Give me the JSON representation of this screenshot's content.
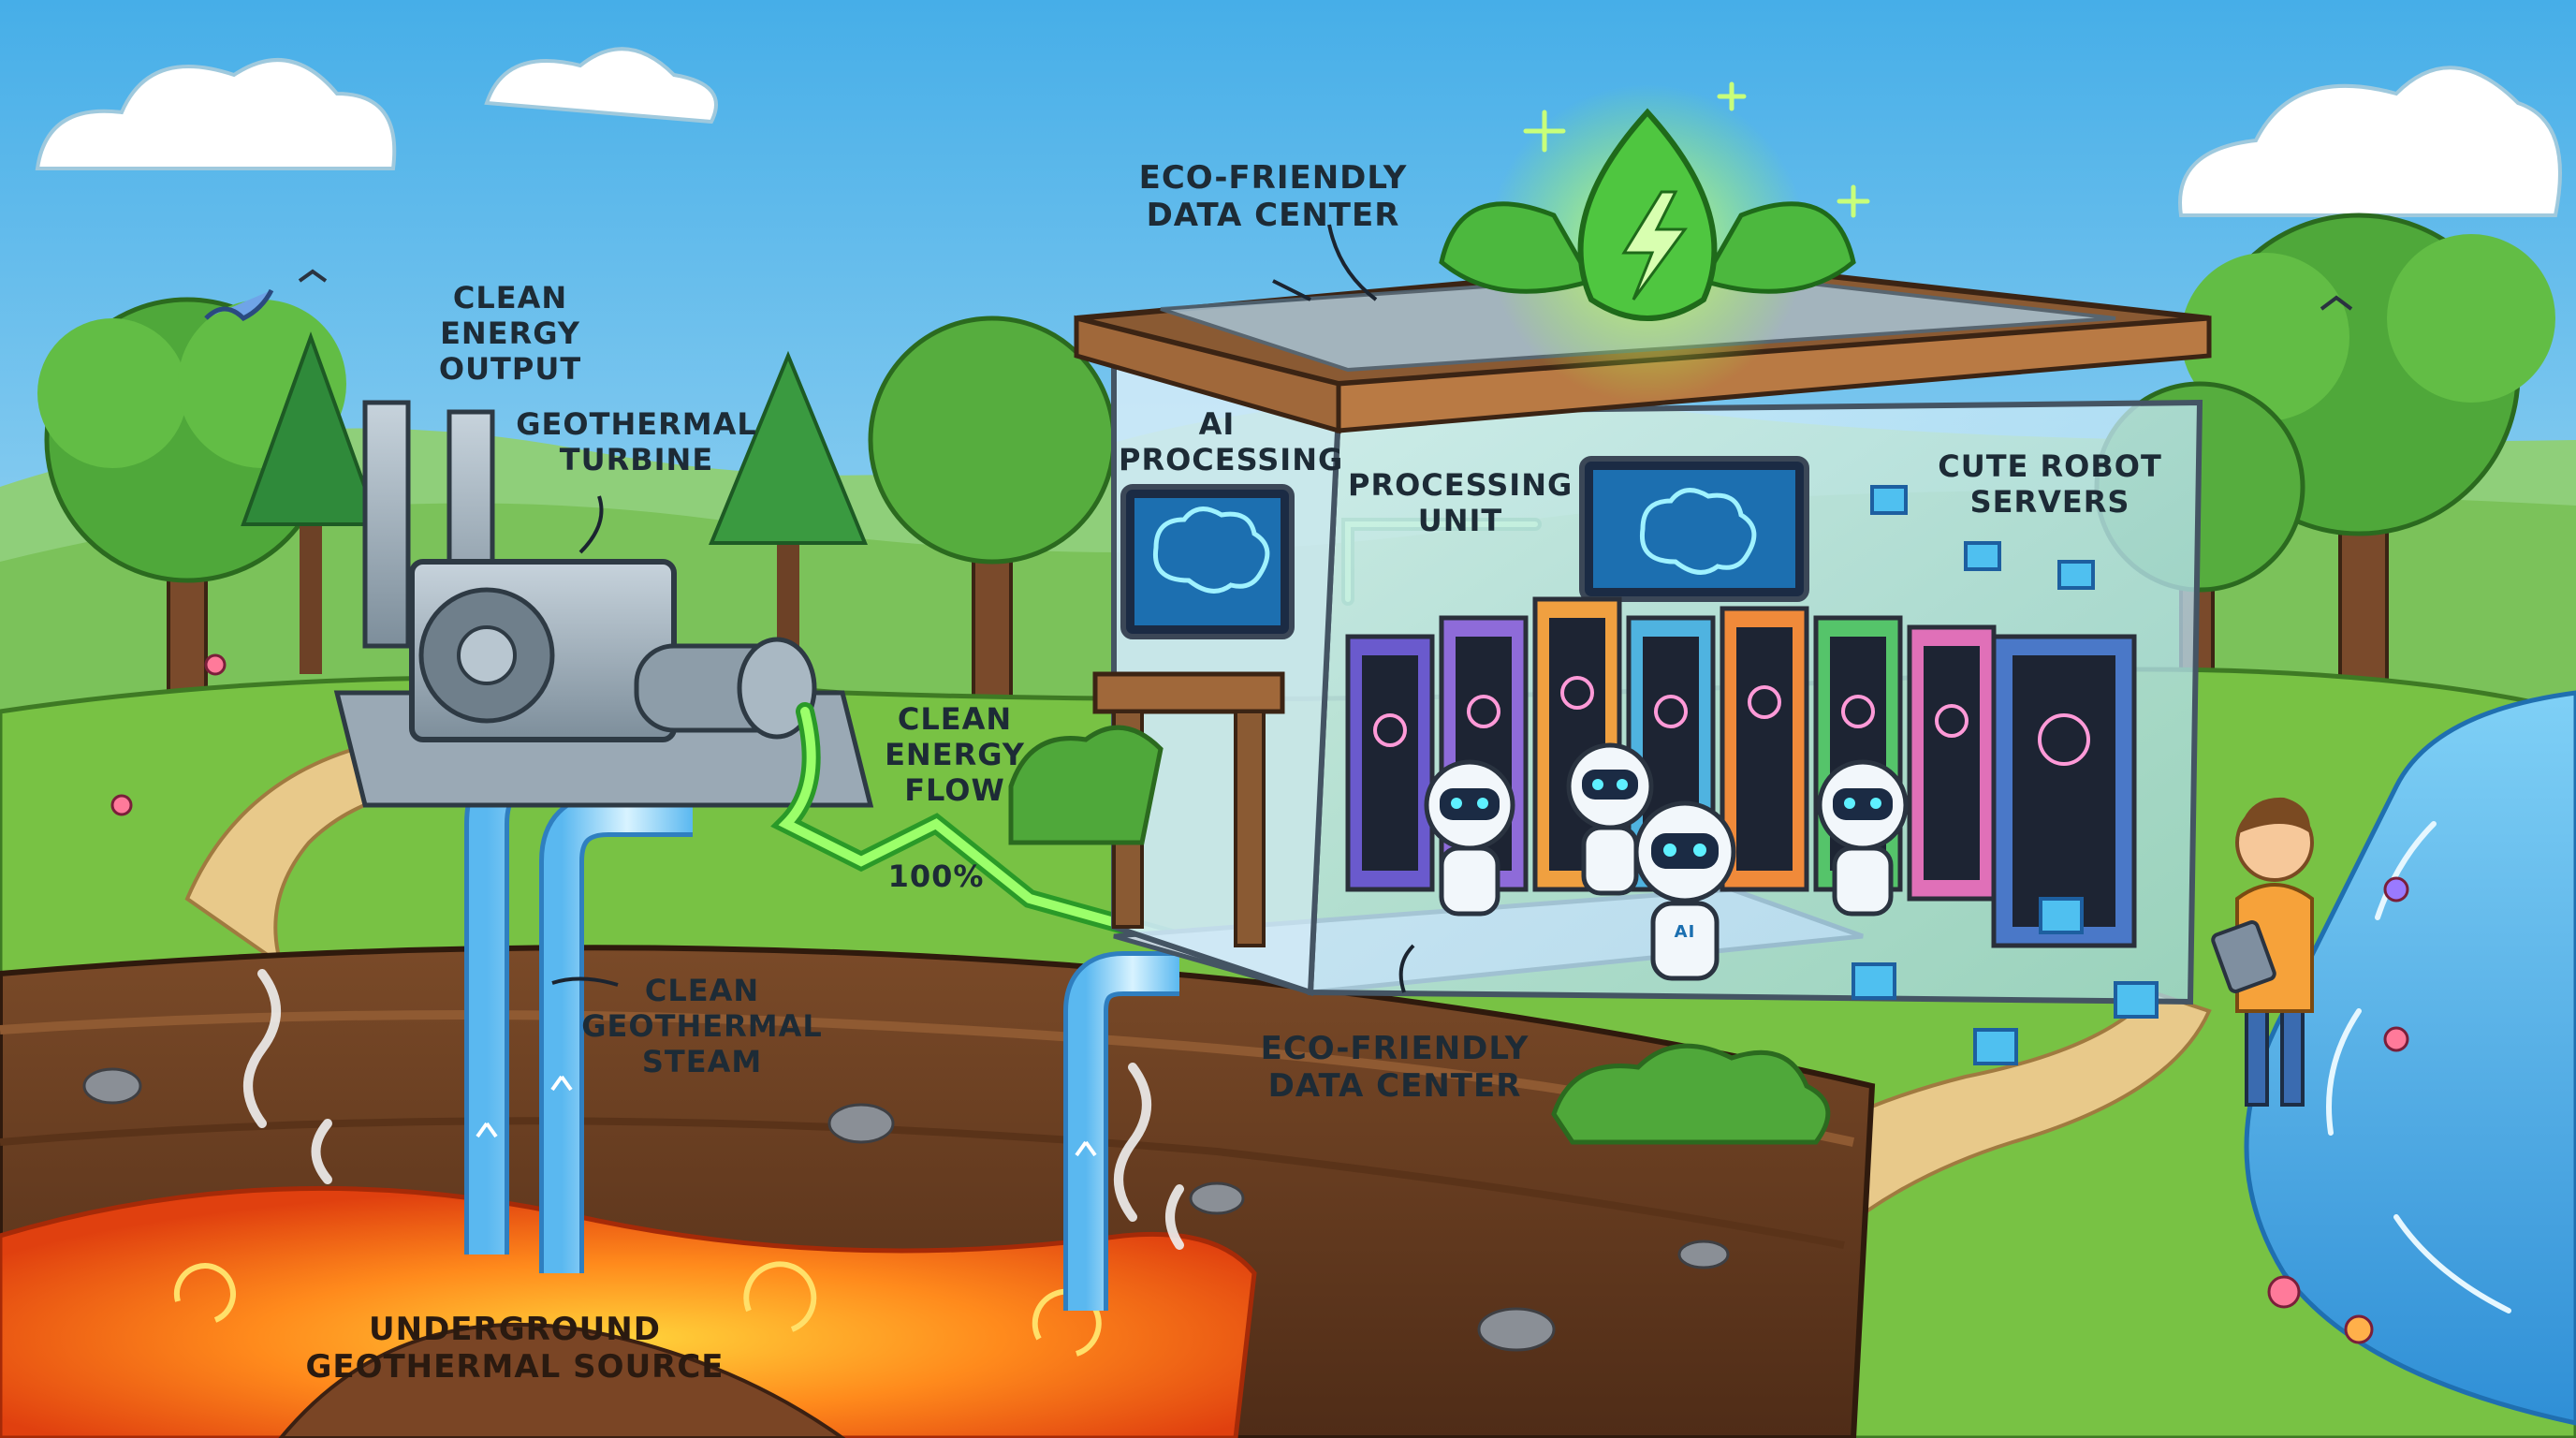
{
  "labels": {
    "clean_energy_output": [
      "CLEAN ENERGY",
      "OUTPUT"
    ],
    "geothermal_turbine": [
      "GEOTHERMAL",
      "TURBINE"
    ],
    "eco_friendly_top": [
      "ECO-FRIENDLY",
      "DATA CENTER"
    ],
    "ai_processing": [
      "AI",
      "PROCESSING"
    ],
    "processing_unit": [
      "PROCESSING",
      "UNIT"
    ],
    "cute_robot_servers": [
      "CUTE ROBOT",
      "SERVERS"
    ],
    "clean_energy_flow": [
      "CLEAN",
      "ENERGY",
      "FLOW"
    ],
    "percent": "100%",
    "clean_geothermal_steam": [
      "CLEAN",
      "GEOTHERMAL",
      "STEAM"
    ],
    "eco_friendly_bottom": [
      "ECO-FRIENDLY",
      "DATA CENTER"
    ],
    "underground_source": [
      "UNDERGROUND",
      "GEOTHERMAL SOURCE"
    ],
    "robot_badge": "AI"
  },
  "colors": {
    "sky_top": "#4fb6ec",
    "sky_bottom": "#d9f1fb",
    "grass": "#74c043",
    "soil": "#6b3f23",
    "lava": "#ff7a1a",
    "pipe": "#8fd3ff",
    "energy": "#5ff04a",
    "river": "#5cb8f0",
    "roof_wood": "#a0683a",
    "leaf": "#3fae3a"
  },
  "icons": [
    "leaf-energy-icon",
    "brain-icon",
    "robot-icon",
    "tablet-icon",
    "bird-icon",
    "flower-icon",
    "cloud-icon",
    "steam-icon"
  ]
}
